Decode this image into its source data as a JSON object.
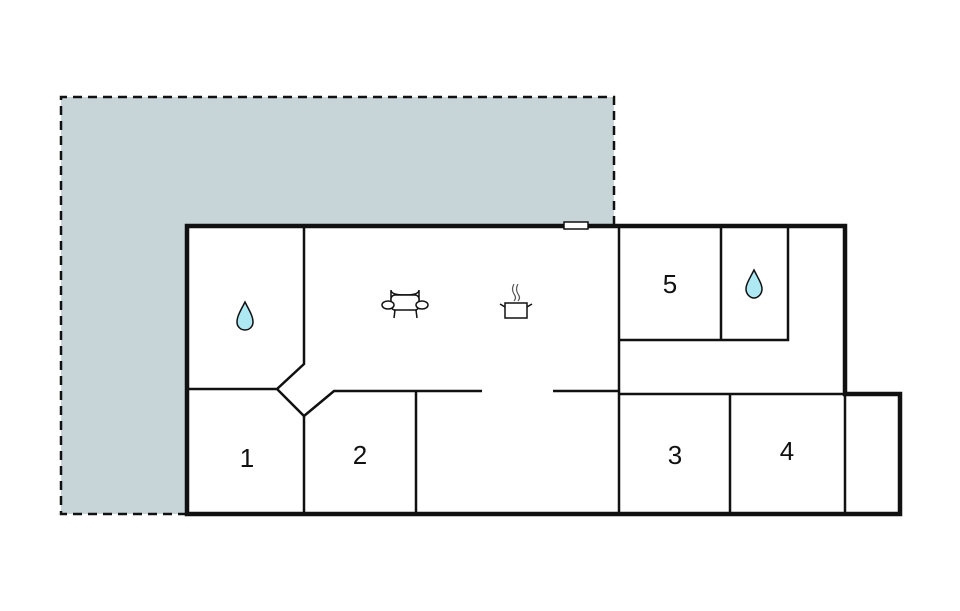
{
  "floorplan": {
    "colors": {
      "terrace_fill": "#c7d5d8",
      "wall": "#111111",
      "water_fill": "#aee9f3",
      "background": "#ffffff"
    },
    "rooms": [
      {
        "id": "bedroom-1",
        "label": "1"
      },
      {
        "id": "bedroom-2",
        "label": "2"
      },
      {
        "id": "bedroom-3",
        "label": "3"
      },
      {
        "id": "bedroom-4",
        "label": "4"
      },
      {
        "id": "bedroom-5",
        "label": "5"
      }
    ],
    "icons": [
      {
        "name": "bathroom-water-drop-icon",
        "room": "bathroom-left"
      },
      {
        "name": "bathroom-water-drop-icon",
        "room": "bathroom-right"
      },
      {
        "name": "sofa-icon",
        "room": "living-room"
      },
      {
        "name": "kitchen-pot-icon",
        "room": "kitchen"
      }
    ],
    "areas": {
      "terrace": "terrace"
    }
  }
}
